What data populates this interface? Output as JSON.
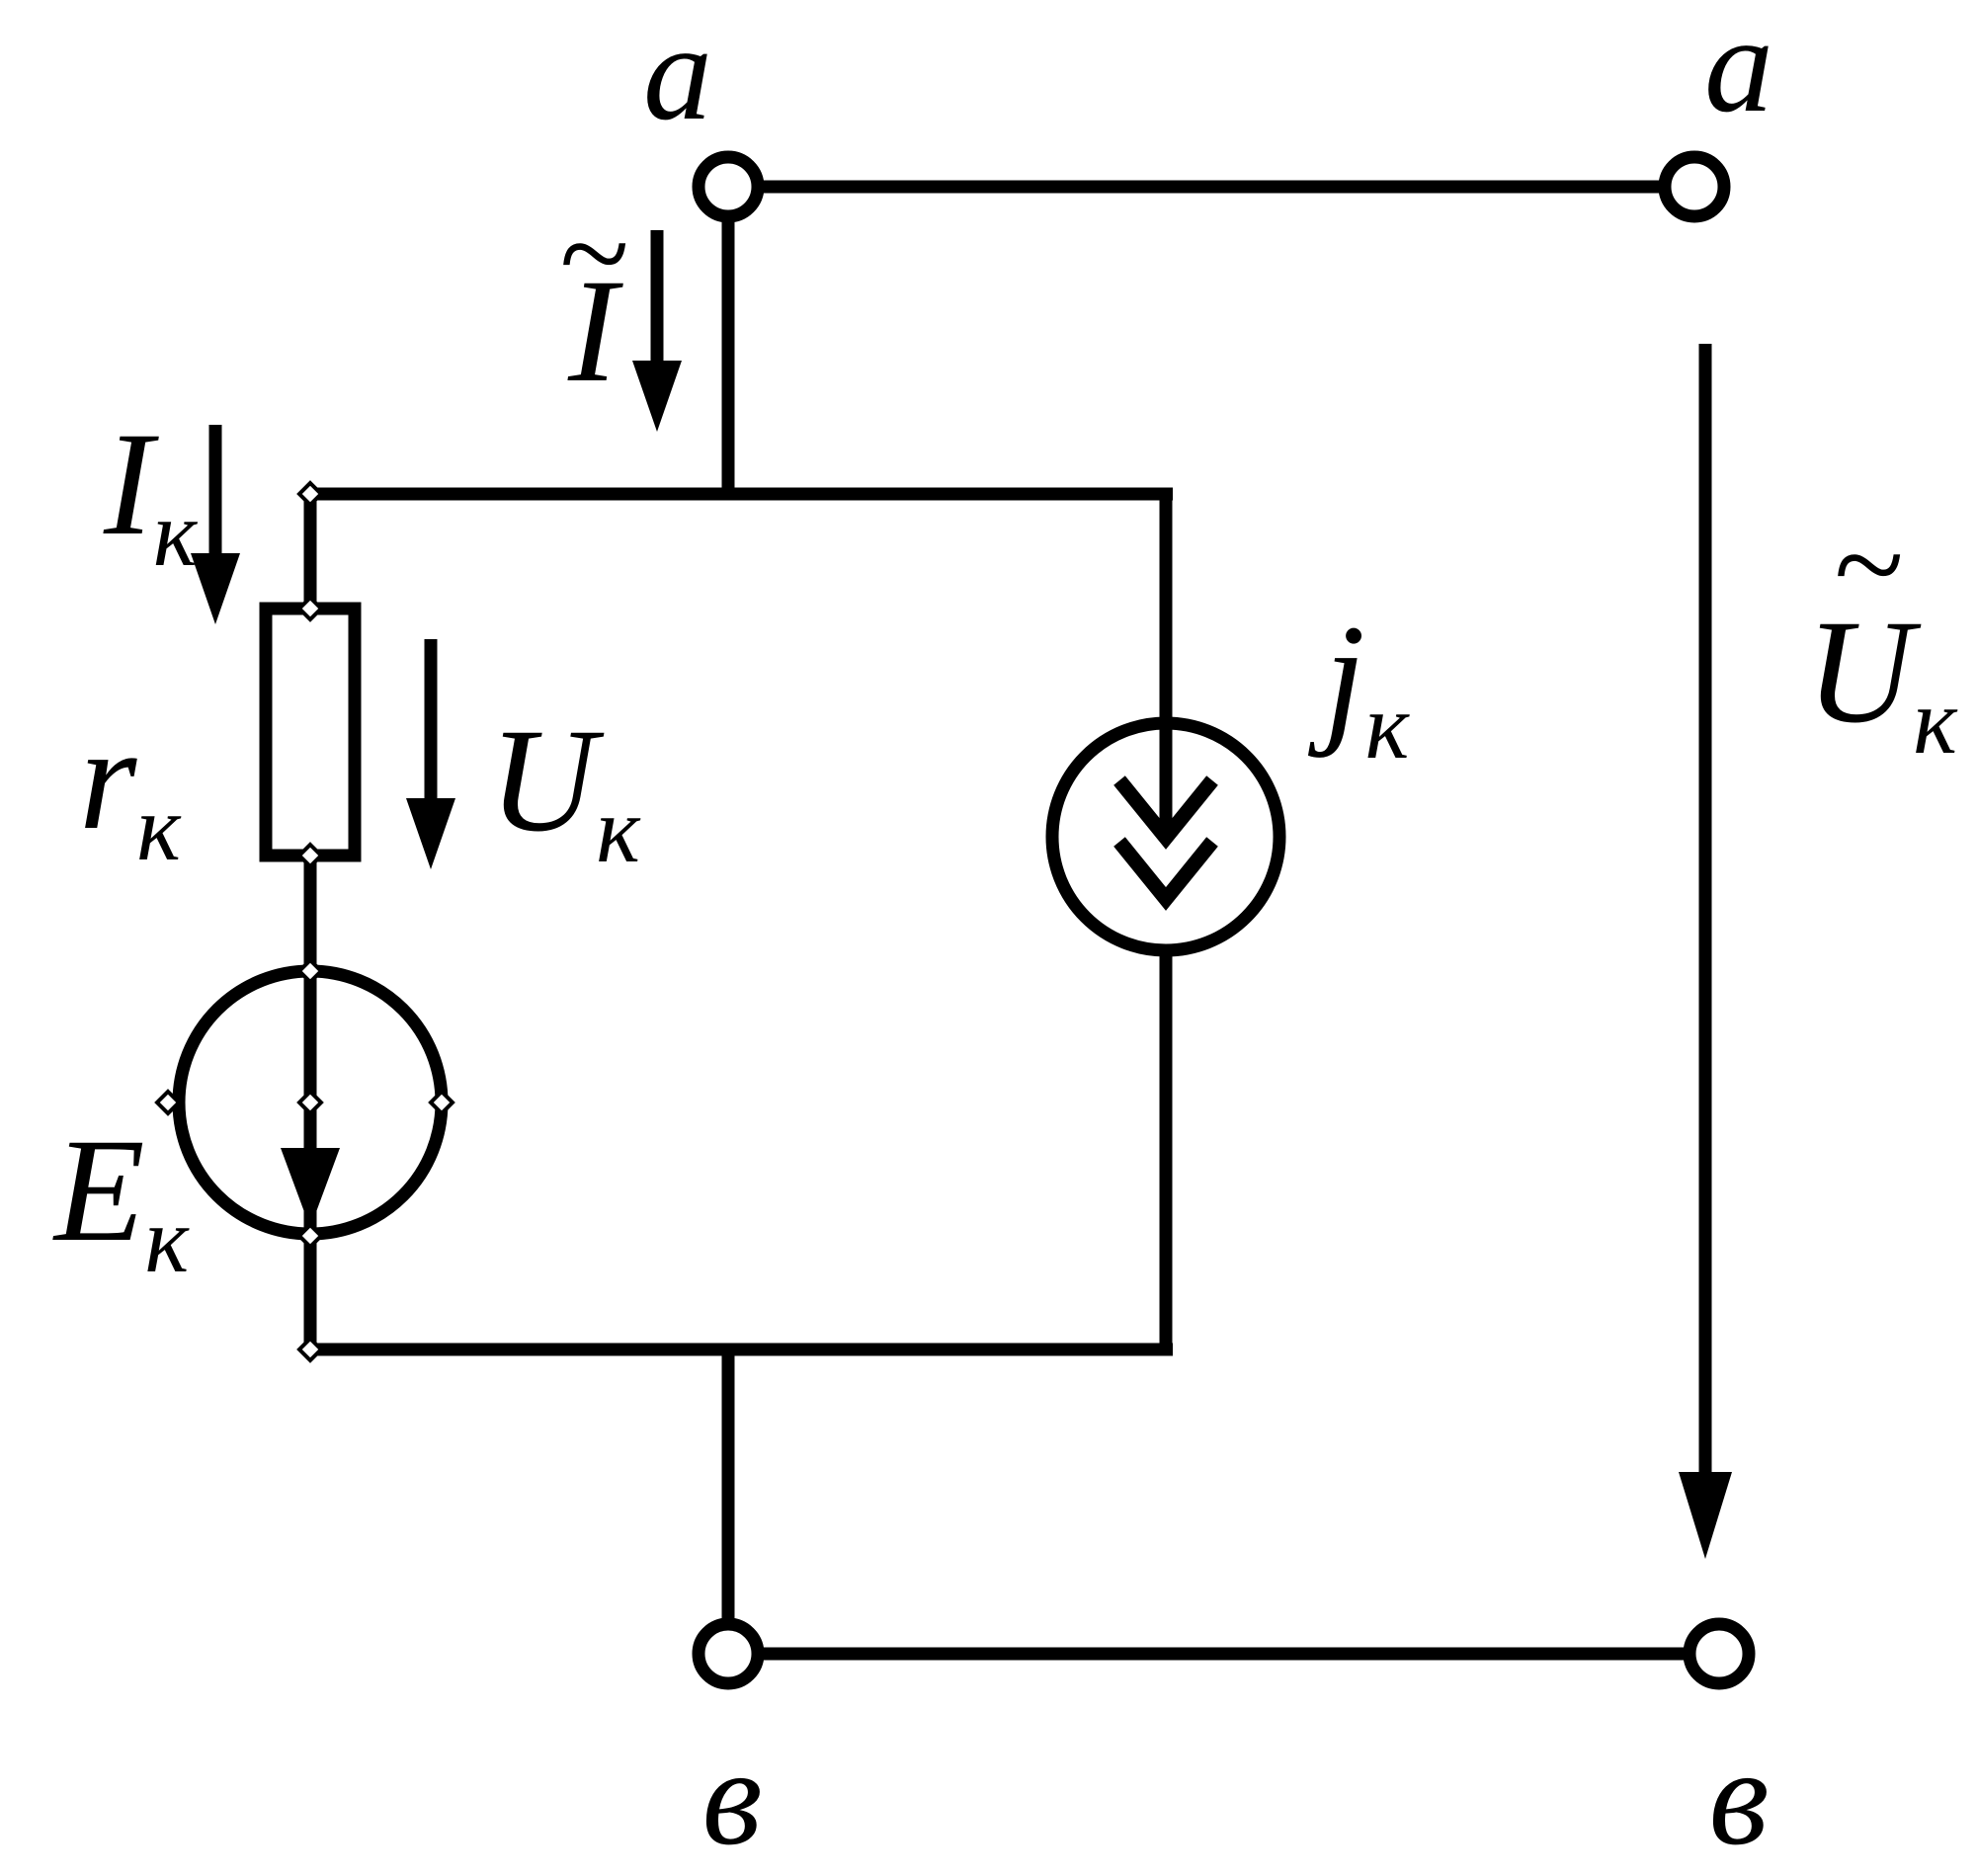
{
  "diagram": {
    "title": "Two-terminal equivalent source circuit (EMF with internal resistance and current source)",
    "terminals": {
      "top_left": "a",
      "top_right": "a",
      "bottom_left": "в",
      "bottom_right": "в"
    },
    "labels": {
      "main_current": {
        "tilde": "~",
        "main": "I"
      },
      "branch_current": {
        "main": "I",
        "sub": "к"
      },
      "resistor": {
        "main": "r",
        "sub": "к"
      },
      "branch_voltage": {
        "main": "U",
        "sub": "к"
      },
      "emf_source": {
        "main": "E",
        "sub": "к"
      },
      "current_source": {
        "main": "j",
        "sub": "к"
      },
      "port_voltage": {
        "tilde": "~",
        "main": "U",
        "sub": "к"
      }
    },
    "colors": {
      "ink": "#000000",
      "background": "#ffffff"
    }
  }
}
